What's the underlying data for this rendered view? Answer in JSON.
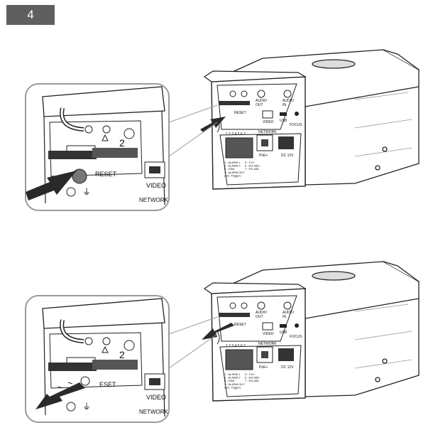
{
  "step": {
    "number": "4"
  },
  "panels": [
    {
      "id": "insert",
      "zoom": {
        "reset": "RESET",
        "video": "VIDEO",
        "network": "NETWORK",
        "slot2": "2"
      },
      "camera": {
        "audio_out": "AUDIO\nOUT",
        "audio_in": "AUDIO\nIN",
        "video": "VIDEO",
        "usb": "USB",
        "focus": "FOCUS",
        "network": "NETWORK",
        "poe": "PoE+",
        "dc": "DC 12V",
        "reset": "RESET",
        "pins": "1 2 3 4 5 6 7",
        "legend_left": "1 : ALARM 1\n2 : ALARM 2\n3 : GND\n4 : ALARM OUT\n(Ext. Trigger)",
        "legend_right": "5 : TX/+\n6 : RS-485+\n7 : RS-485-"
      }
    },
    {
      "id": "remove",
      "zoom": {
        "reset": "ESET",
        "video": "VIDEO",
        "network": "NETWORK",
        "slot2": "2"
      },
      "camera": {
        "audio_out": "AUDIO\nOUT",
        "audio_in": "AUDIO\nIN",
        "video": "VIDEO",
        "usb": "USB",
        "focus": "FOCUS",
        "network": "NETWORK",
        "poe": "PoE+",
        "dc": "DC 12V",
        "reset": "RESET",
        "pins": "1 2 3 4 5 6 7",
        "legend_left": "1 : ALARM 1\n2 : ALARM 2\n3 : GND\n4 : ALARM OUT\n(Ext. Trigger)",
        "legend_right": "5 : TX/+\n6 : RS-485+\n7 : RS-485-"
      }
    }
  ],
  "colors": {
    "badge": "#5f5f5f",
    "line": "#222222",
    "arrow": "#2a2a2a",
    "callout": "#9a9a9a"
  }
}
